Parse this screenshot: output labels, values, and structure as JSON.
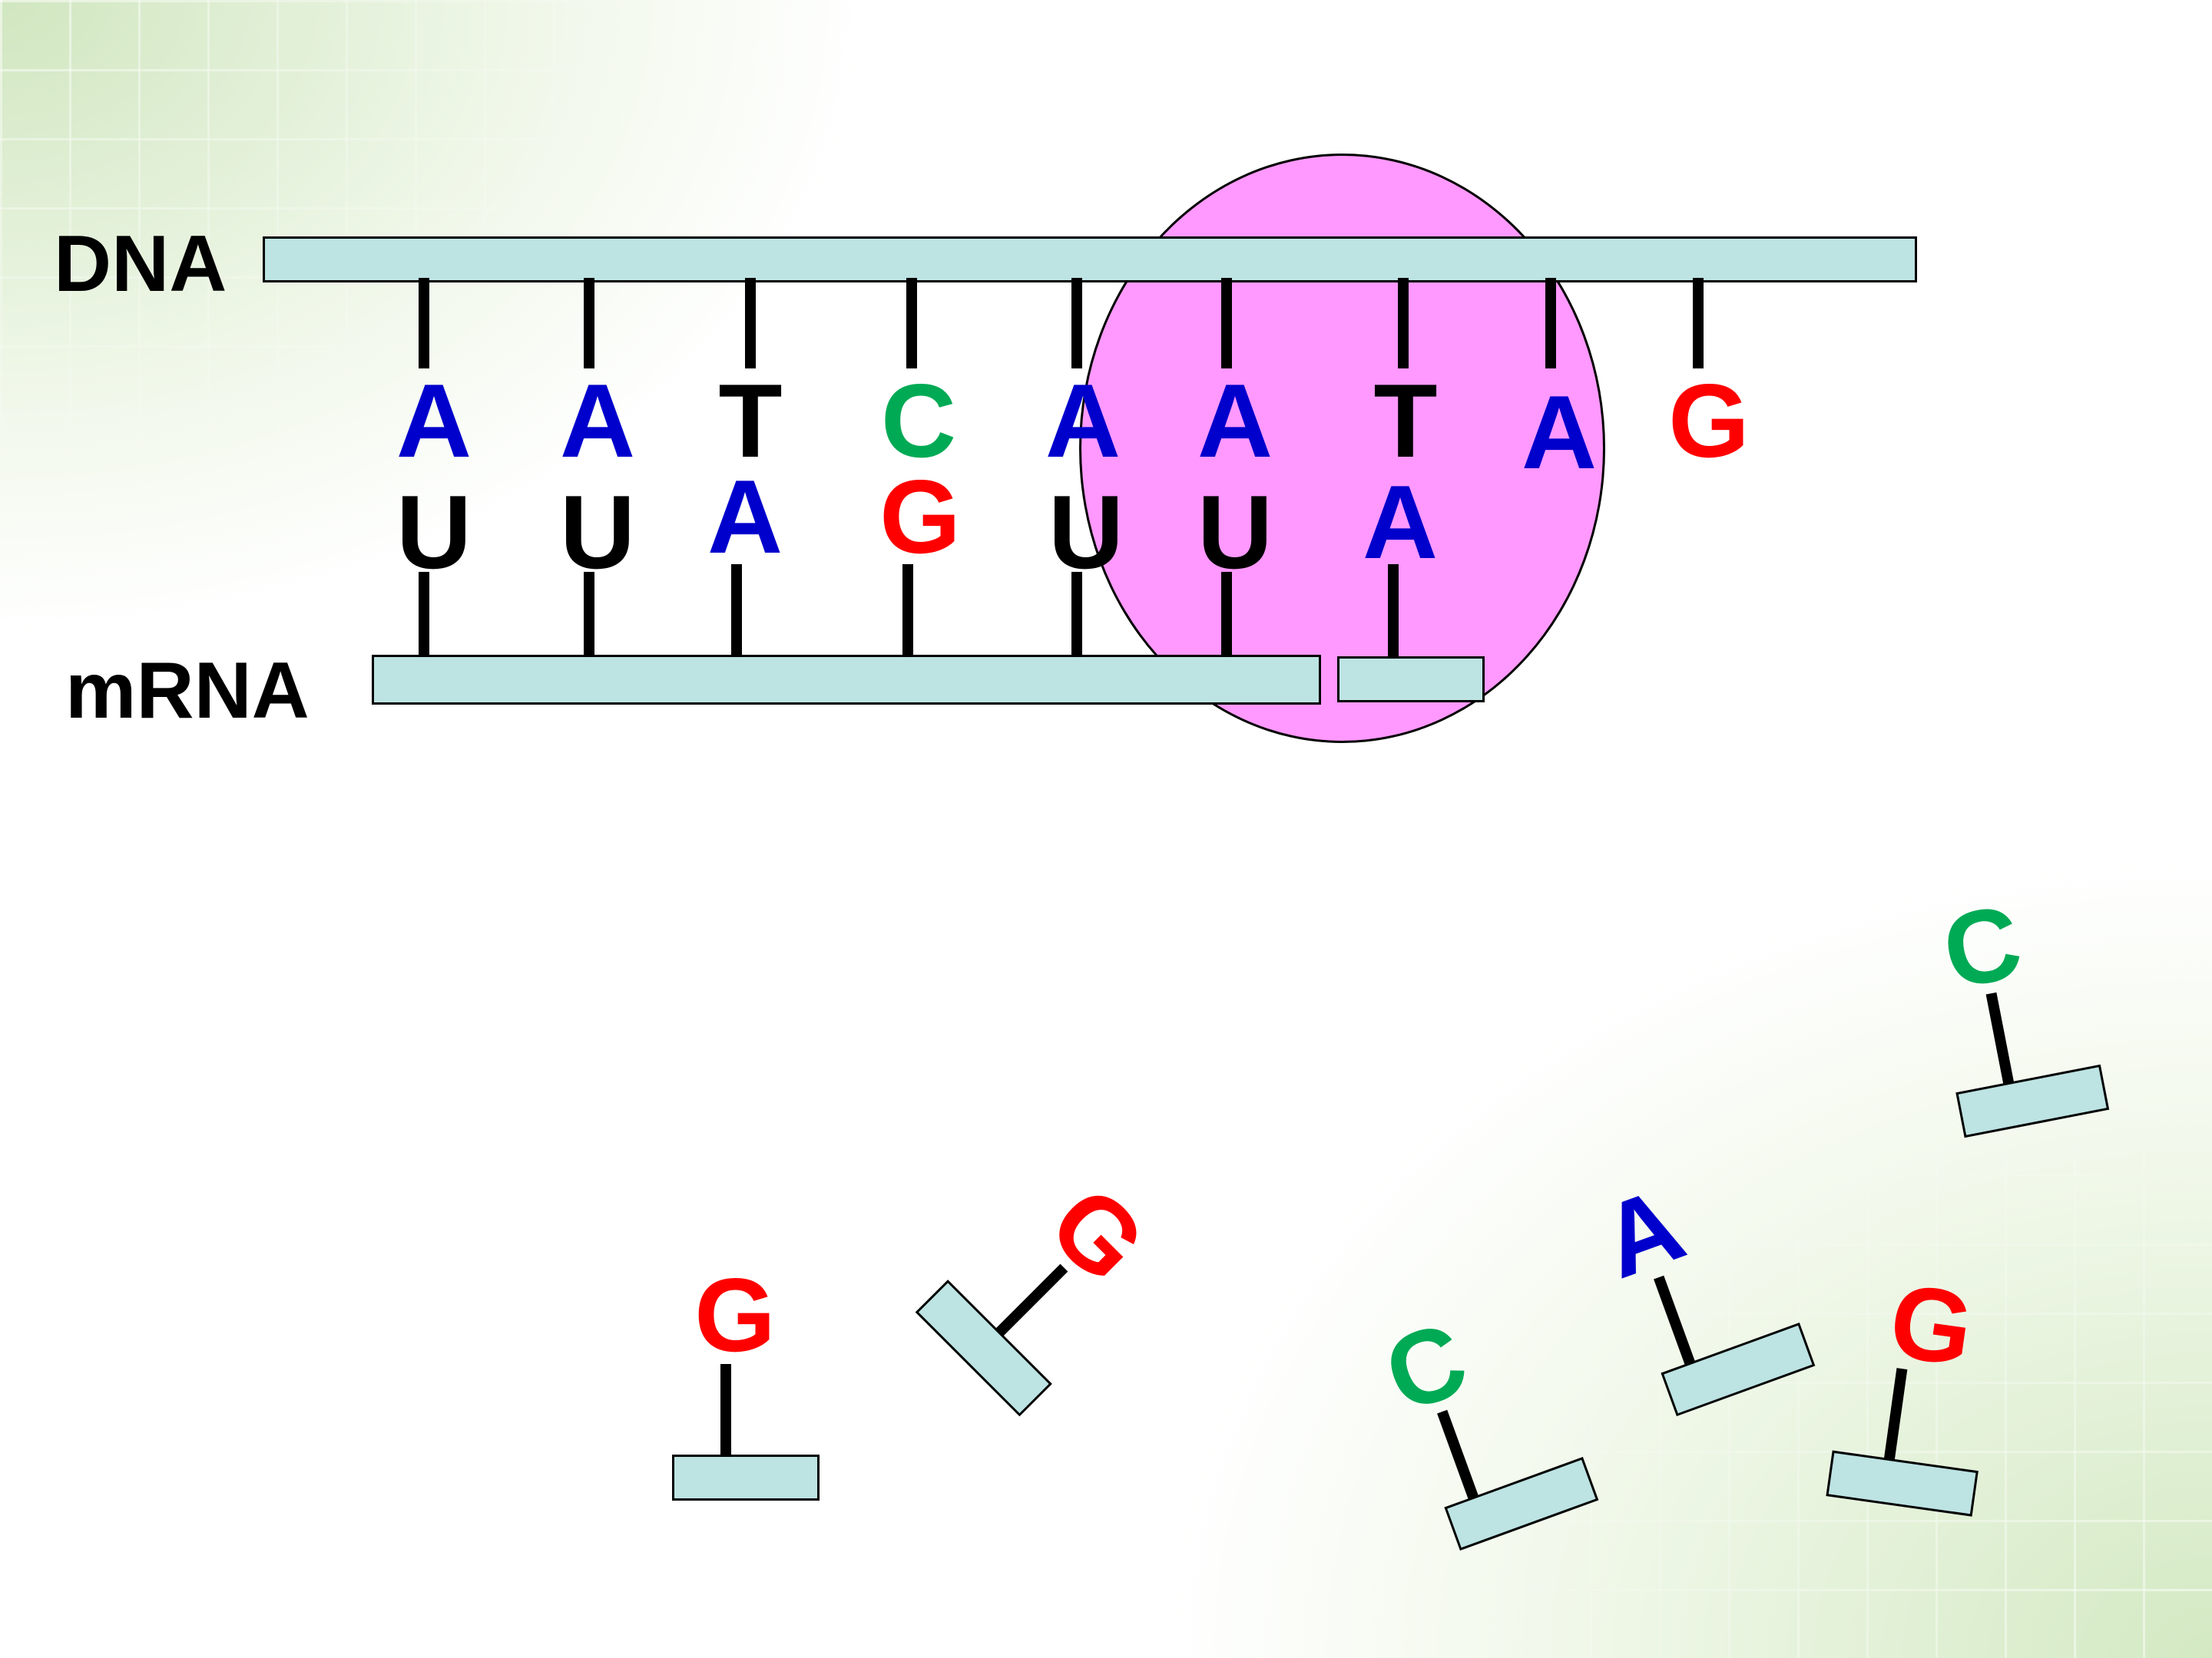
{
  "labels": {
    "dna": "DNA",
    "mrna": "mRNA"
  },
  "colors": {
    "A": "#0000cc",
    "T": "#000000",
    "C": "#00aa55",
    "G": "#ff0000",
    "U": "#000000",
    "ribosome": "#ff99ff",
    "backbone": "#bde3e3"
  },
  "dna_bases": [
    "A",
    "A",
    "T",
    "C",
    "A",
    "A",
    "T",
    "A",
    "G"
  ],
  "mrna_bases": [
    "U",
    "U",
    "A",
    "G",
    "U",
    "U",
    "A"
  ],
  "free_nucleotides": [
    "G",
    "G",
    "C",
    "A",
    "G",
    "C"
  ]
}
